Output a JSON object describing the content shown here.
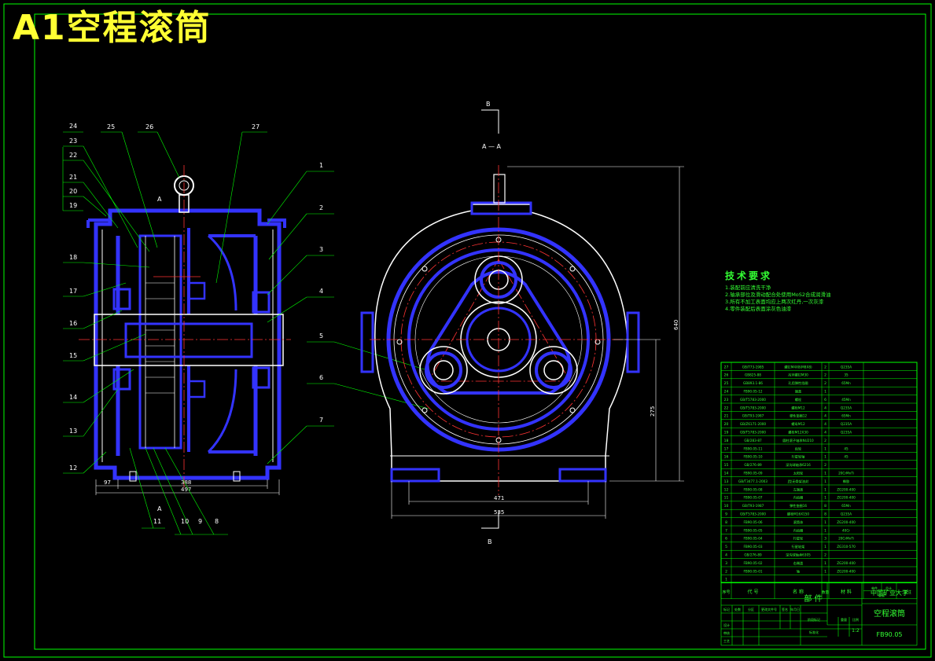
{
  "title": "A1空程滚筒",
  "tech_requirements": {
    "heading": "技术要求",
    "lines": [
      "1.装配前应清洗干净",
      "2.轴承部位及滑动配合处使用MoS2合成润滑油",
      "3.所有不加工表面均应上两次红丹,一次灰漆",
      "4.零件装配后表面涂灰色油漆"
    ]
  },
  "section_labels": {
    "b_top": "B",
    "aa_marker": "A — A",
    "b_bottom": "B",
    "a_left_top": "A",
    "a_left_bottom": "A"
  },
  "callouts_left": [
    "24",
    "23",
    "22",
    "21",
    "20",
    "19",
    "18",
    "17",
    "16",
    "15",
    "14",
    "13",
    "12"
  ],
  "callouts_top": [
    "25",
    "26",
    "27"
  ],
  "callouts_right": [
    "1",
    "2",
    "3",
    "4",
    "5",
    "6",
    "7"
  ],
  "callouts_bottom": [
    "11",
    "10",
    "9",
    "8"
  ],
  "dims_left": {
    "d97": "97",
    "d388": "388",
    "d497": "497"
  },
  "dims_right": {
    "d471": "471",
    "d535": "535",
    "d640": "640",
    "d275": "275"
  },
  "bom": [
    {
      "no": "27",
      "code": "GB/T73-1985",
      "name": "螺钉M4X8(M8X8)",
      "qty": "2",
      "mat": "Q235A"
    },
    {
      "no": "26",
      "code": "GB825-88",
      "name": "吊环螺钉M30",
      "qty": "2",
      "mat": "35"
    },
    {
      "no": "25",
      "code": "GB893.1-86",
      "name": "孔用弹性挡圈",
      "qty": "2",
      "mat": "65Mn"
    },
    {
      "no": "24",
      "code": "FB90.05-12",
      "name": "端盖",
      "qty": "1",
      "mat": ""
    },
    {
      "no": "23",
      "code": "GB/T5783-2000",
      "name": "螺栓",
      "qty": "6",
      "mat": "45Mn"
    },
    {
      "no": "22",
      "code": "GB/T5783-2000",
      "name": "螺栓M12",
      "qty": "4",
      "mat": "Q235A"
    },
    {
      "no": "21",
      "code": "GB/T93-1987",
      "name": "弹性垫圈12",
      "qty": "4",
      "mat": "65Mn"
    },
    {
      "no": "20",
      "code": "GB/Z6171-2000",
      "name": "螺母M12",
      "qty": "4",
      "mat": "Q235A"
    },
    {
      "no": "19",
      "code": "GB/T5783-2000",
      "name": "螺栓M12X30",
      "qty": "4",
      "mat": "Q235A"
    },
    {
      "no": "18",
      "code": "GB/283-87",
      "name": "圆柱滚子轴承NU210",
      "qty": "2",
      "mat": ""
    },
    {
      "no": "17",
      "code": "FB90.05-11",
      "name": "齿轮",
      "qty": "1",
      "mat": "45"
    },
    {
      "no": "16",
      "code": "FB90.05-10",
      "name": "行星轮轴",
      "qty": "1",
      "mat": "45"
    },
    {
      "no": "15",
      "code": "GB/276-89",
      "name": "深沟球轴承6216",
      "qty": "2",
      "mat": ""
    },
    {
      "no": "14",
      "code": "FB90.05-09",
      "name": "太阳轮",
      "qty": "1",
      "mat": "20CrMnTi"
    },
    {
      "no": "13",
      "code": "GB/T3477.1-2003",
      "name": "J型无骨架油封",
      "qty": "1",
      "mat": "橡胶"
    },
    {
      "no": "12",
      "code": "FB90.05-08",
      "name": "左端盖",
      "qty": "1",
      "mat": "ZG200-400"
    },
    {
      "no": "11",
      "code": "FB90.05-07",
      "name": "内齿圈",
      "qty": "1",
      "mat": "ZG200-400"
    },
    {
      "no": "10",
      "code": "GB/T93-1987",
      "name": "弹性垫圈16",
      "qty": "8",
      "mat": "65Mn"
    },
    {
      "no": "9",
      "code": "GB/T5783-2000",
      "name": "螺栓M16X150",
      "qty": "8",
      "mat": "Q235A"
    },
    {
      "no": "8",
      "code": "FB90.05-06",
      "name": "滚筒体",
      "qty": "1",
      "mat": "ZG200-400"
    },
    {
      "no": "7",
      "code": "FB90.05-05",
      "name": "内齿圈",
      "qty": "1",
      "mat": "40Cr"
    },
    {
      "no": "6",
      "code": "FB90.05-04",
      "name": "行星轮",
      "qty": "3",
      "mat": "20CrMnTi"
    },
    {
      "no": "5",
      "code": "FB90.05-03",
      "name": "行星轮架",
      "qty": "1",
      "mat": "ZG310-570"
    },
    {
      "no": "4",
      "code": "GB/276-89",
      "name": "深沟球轴承6305",
      "qty": "2",
      "mat": ""
    },
    {
      "no": "3",
      "code": "FB90.05-02",
      "name": "右端盖",
      "qty": "1",
      "mat": "ZG200-400"
    },
    {
      "no": "2",
      "code": "FB90.05-01",
      "name": "轴",
      "qty": "1",
      "mat": "ZG200-400"
    },
    {
      "no": "1",
      "code": "",
      "name": "",
      "qty": "",
      "mat": ""
    }
  ],
  "bom_header": {
    "no": "序号",
    "code": "代 号",
    "name": "名 称",
    "qty": "数量",
    "mat": "材 料",
    "single": "单件",
    "total": "总计",
    "weight": "重量",
    "remark": "备注"
  },
  "title_block": {
    "school": "中国矿业大学",
    "part_type": "部  件",
    "drawing_name": "空程滚筒",
    "drawing_no": "FB90.05",
    "scale": "1:2",
    "stage_label": "阶段标记",
    "weight_label": "重量",
    "scale_label": "比例",
    "row_labels": [
      "标记",
      "设计",
      "审核",
      "工艺"
    ],
    "row_cells": [
      "处数",
      "分区",
      "更改文件号",
      "签名",
      "年月日"
    ],
    "standardization": "标准化"
  },
  "colors": {
    "border": "#00ff00",
    "outline": "#ffffff",
    "part": "#3333ff",
    "centerline": "#ff3333",
    "leader": "#00ff00",
    "dim": "#ffffff",
    "title": "#ffff33",
    "text": "#33ff33"
  }
}
